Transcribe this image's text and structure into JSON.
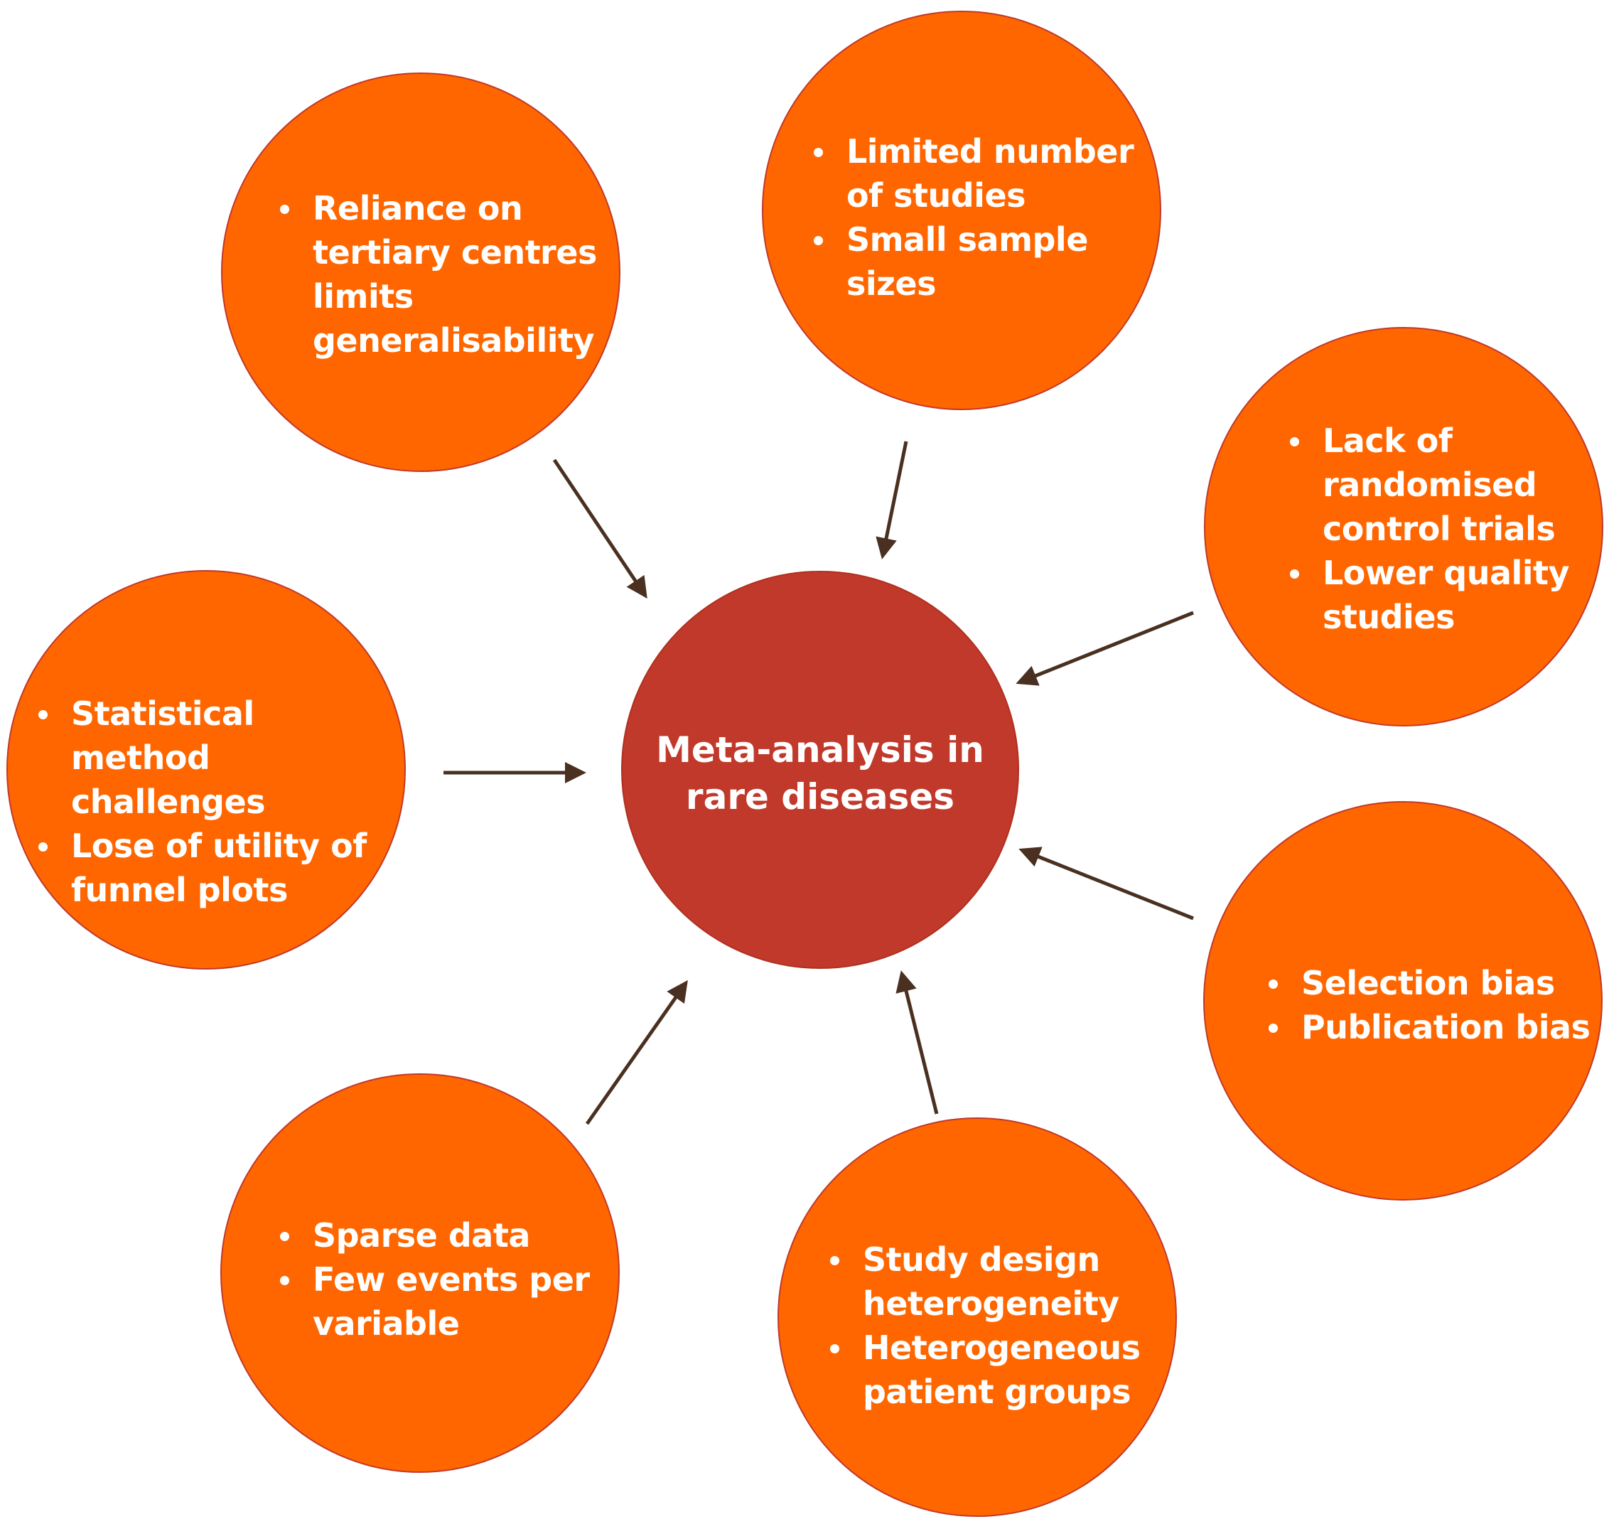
{
  "center": {
    "title": "Meta-analysis in rare diseases"
  },
  "nodes": [
    {
      "id": "reliance",
      "items": [
        "Reliance on tertiary centres limits generalisability"
      ]
    },
    {
      "id": "limited",
      "items": [
        "Limited number of studies",
        "Small sample sizes"
      ]
    },
    {
      "id": "rct",
      "items": [
        "Lack of randomised control trials",
        "Lower quality studies"
      ]
    },
    {
      "id": "statistical",
      "items": [
        "Statistical method challenges",
        "Lose of utility of funnel plots"
      ]
    },
    {
      "id": "bias",
      "items": [
        "Selection bias",
        "Publication bias"
      ]
    },
    {
      "id": "design",
      "items": [
        "Study design heterogeneity",
        "Heterogeneous patient groups"
      ]
    },
    {
      "id": "sparse",
      "items": [
        "Sparse data",
        "Few events per variable"
      ]
    }
  ],
  "colors": {
    "node": "#FF6600",
    "center": "#C0392B",
    "arrow": "#4A3020"
  }
}
